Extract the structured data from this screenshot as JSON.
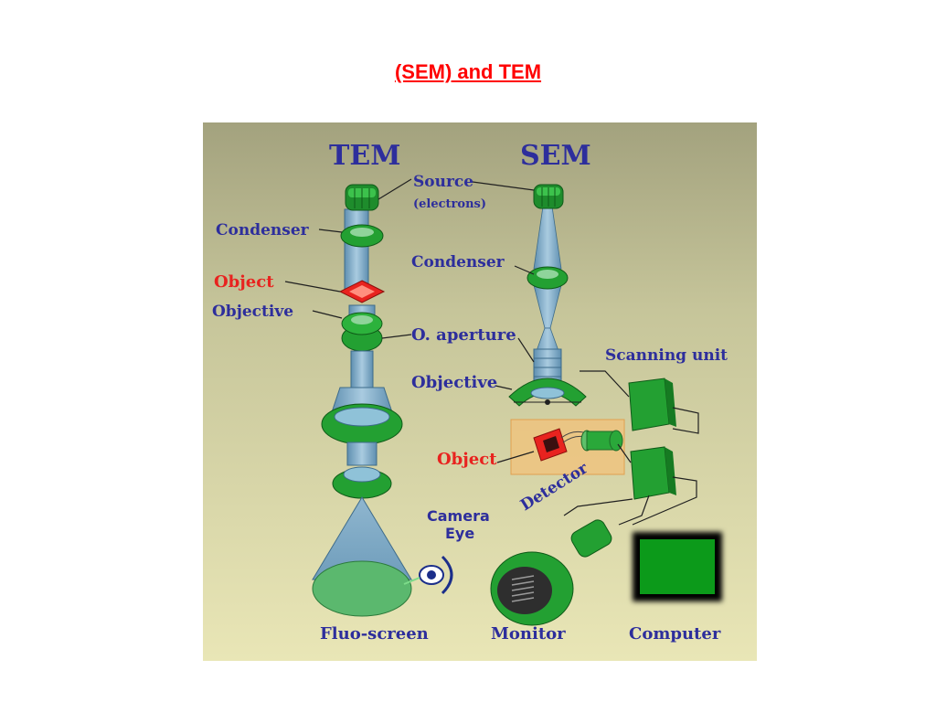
{
  "slide": {
    "title": "(SEM) and TEM"
  },
  "colors": {
    "title": "#ff0000",
    "label_blue": "#2d2e9c",
    "label_red": "#e8231f",
    "lens_green": "#23a032",
    "beam_blue": "#7aa9c8",
    "screen_green": "#5bb86e",
    "computer_screen": "#0c9a1a"
  },
  "diagram": {
    "tem_heading": "TEM",
    "sem_heading": "SEM",
    "source": "Source",
    "source_sub": "(electrons)",
    "tem_condenser": "Condenser",
    "tem_object": "Object",
    "tem_objective": "Objective",
    "sem_condenser": "Condenser",
    "o_aperture": "O. aperture",
    "sem_objective": "Objective",
    "scanning_unit": "Scanning unit",
    "sem_object": "Object",
    "detector": "Detector",
    "camera": "Camera",
    "eye": "Eye",
    "fluo_screen": "Fluo-screen",
    "monitor": "Monitor",
    "computer": "Computer"
  }
}
